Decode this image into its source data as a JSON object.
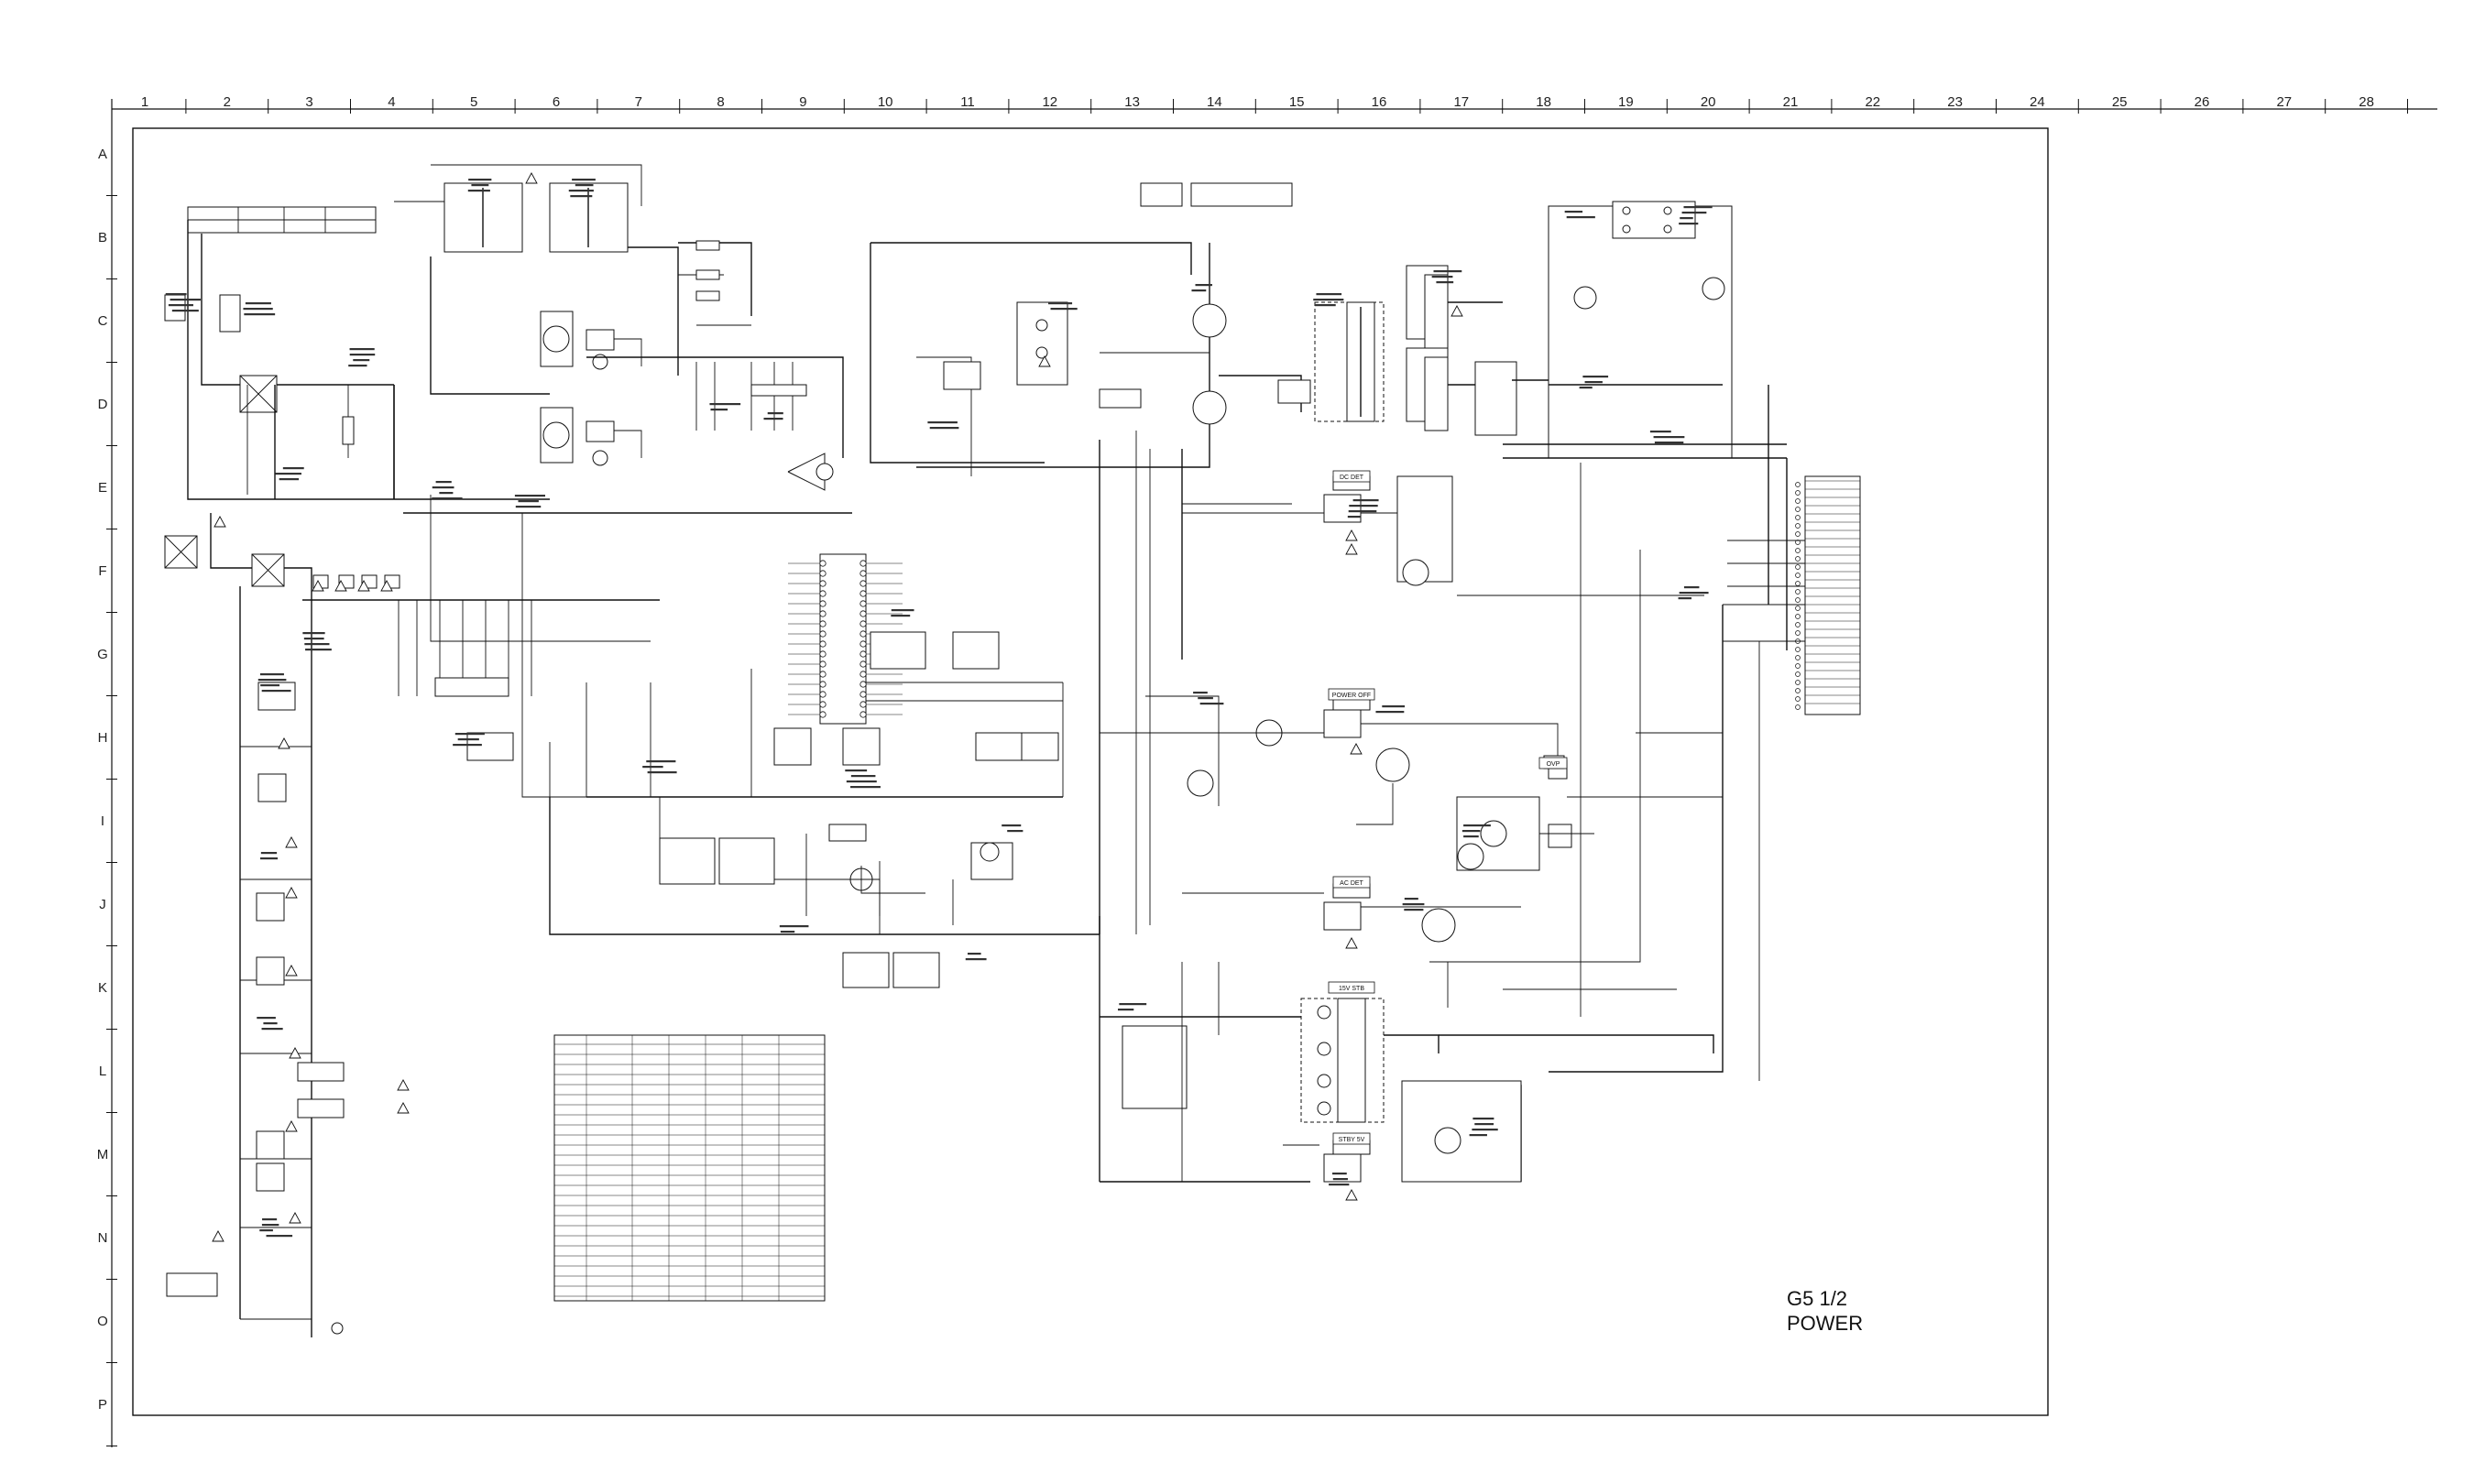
{
  "ruler": {
    "columns": [
      "1",
      "2",
      "3",
      "4",
      "5",
      "6",
      "7",
      "8",
      "9",
      "10",
      "11",
      "12",
      "13",
      "14",
      "15",
      "16",
      "17",
      "18",
      "19",
      "20",
      "21",
      "22",
      "23",
      "24",
      "25",
      "26",
      "27",
      "28"
    ],
    "rows": [
      "A",
      "B",
      "C",
      "D",
      "E",
      "F",
      "G",
      "H",
      "I",
      "J",
      "K",
      "L",
      "M",
      "N",
      "O",
      "P"
    ]
  },
  "title_block": {
    "line1": "G5 1/2",
    "line2": "POWER"
  },
  "block_labels": {
    "dc_detect": "DC DET",
    "power_off": "POWER OFF",
    "ac_detect": "AC DET",
    "stby_15v": "15V STB",
    "ovp": "OVP",
    "stby_5v": "STBY 5V"
  }
}
